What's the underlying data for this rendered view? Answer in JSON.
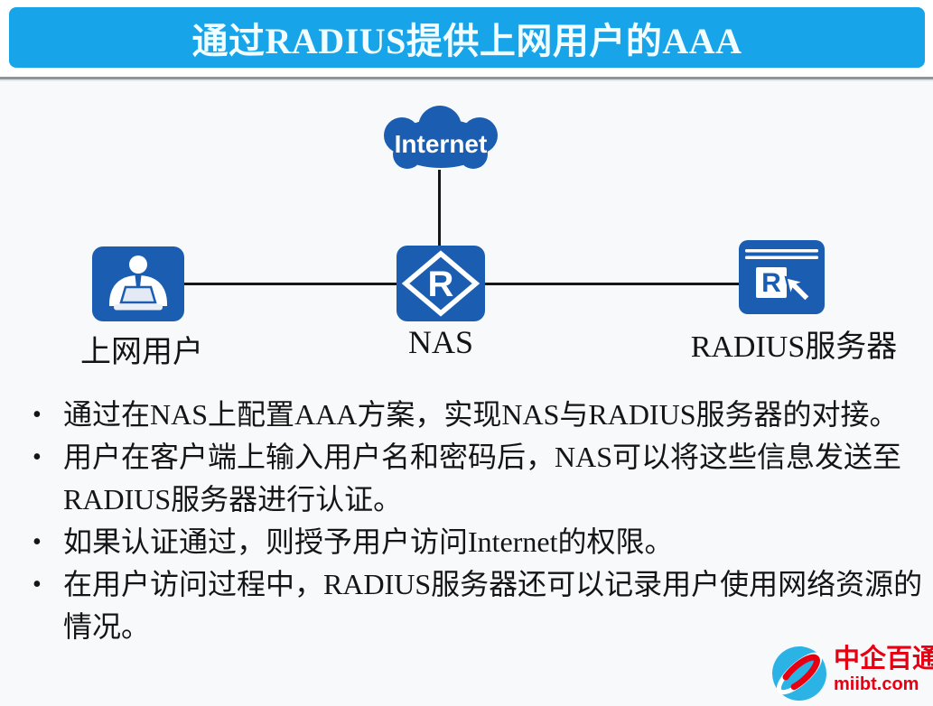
{
  "header": {
    "title": "通过RADIUS提供上网用户的AAA"
  },
  "diagram": {
    "internet_label": "Internet",
    "nas_symbol": "R",
    "server_symbol": "R",
    "nodes": [
      {
        "id": "internet-user",
        "label": "上网用户"
      },
      {
        "id": "nas",
        "label": "NAS"
      },
      {
        "id": "radius-server",
        "label": "RADIUS服务器"
      }
    ]
  },
  "bullets": [
    "通过在NAS上配置AAA方案，实现NAS与RADIUS服务器的对接。",
    "用户在客户端上输入用户名和密码后，NAS可以将这些信息发送至RADIUS服务器进行认证。",
    "如果认证通过，则授予用户访问Internet的权限。",
    "在用户访问过程中，RADIUS服务器还可以记录用户使用网络资源的情况。"
  ],
  "watermark": {
    "brand": "中企百通",
    "site": "miibt.com"
  },
  "colors": {
    "title_bar_blue": "#17A4E8",
    "node_blue": "#1B5DB1",
    "connector_black": "#161616",
    "body_text": "#151515",
    "divider_gray": "#8F9499",
    "watermark_red": "#E60012",
    "watermark_cyan": "#2BB3E6",
    "content_background": "#F7F9FB"
  }
}
